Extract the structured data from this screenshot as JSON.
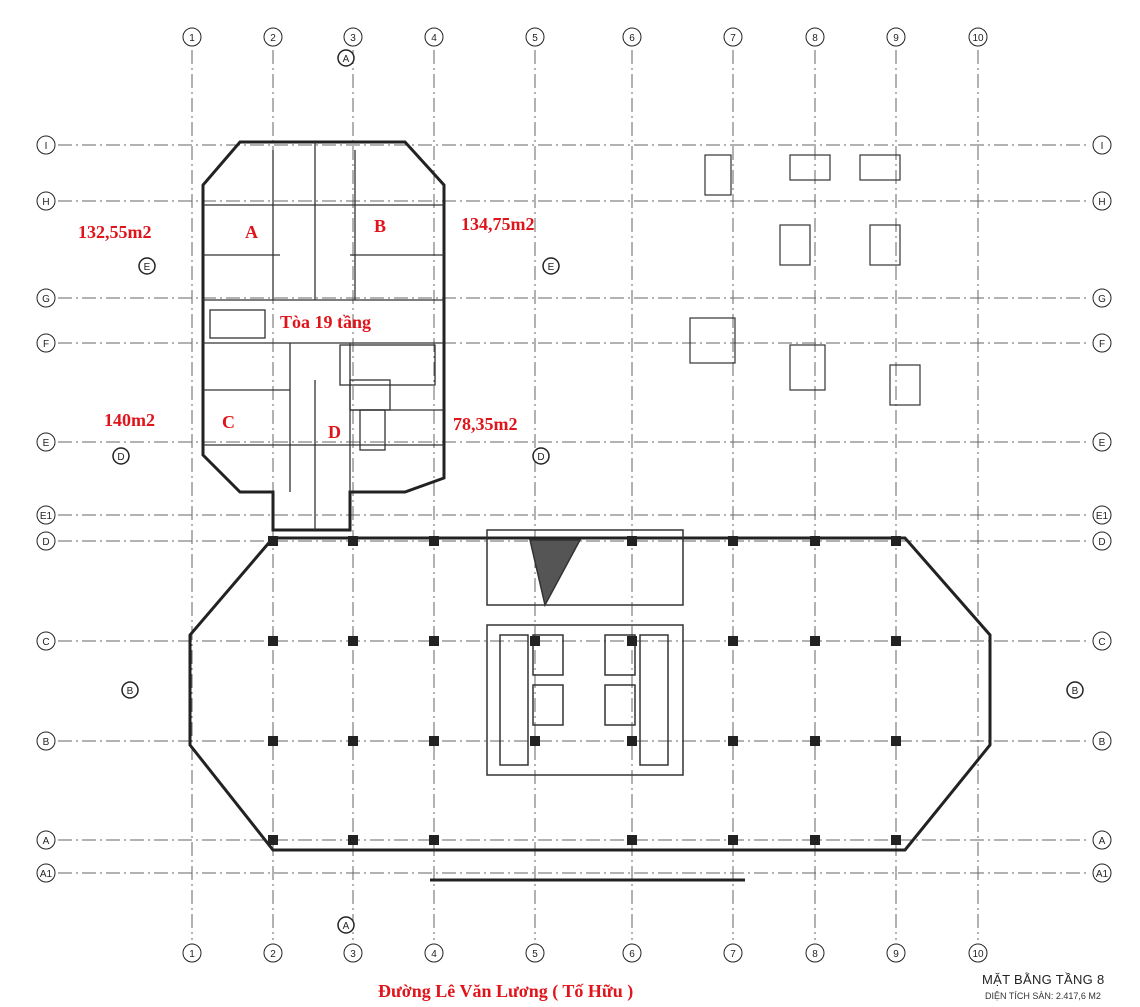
{
  "columns": [
    "1",
    "2",
    "3",
    "4",
    "5",
    "6",
    "7",
    "8",
    "9",
    "10"
  ],
  "rows": [
    "I",
    "H",
    "G",
    "F",
    "E",
    "E1",
    "D",
    "C",
    "B",
    "A",
    "A1"
  ],
  "section_marks": [
    "A",
    "B",
    "E",
    "D"
  ],
  "tower": {
    "label": "Tòa 19 tầng"
  },
  "units": [
    {
      "letter": "A",
      "area": "132,55m2"
    },
    {
      "letter": "B",
      "area": "134,75m2"
    },
    {
      "letter": "C",
      "area": "140m2"
    },
    {
      "letter": "D",
      "area": "78,35m2"
    }
  ],
  "drawing_title": "MẶT BẰNG TẦNG 8",
  "floor_area": "DIỆN TÍCH SÀN: 2.417,6 M2",
  "street": "Đường Lê Văn Lương ( Tố Hữu )",
  "colors": {
    "annotation": "#e0141b",
    "lines": "#222222"
  }
}
